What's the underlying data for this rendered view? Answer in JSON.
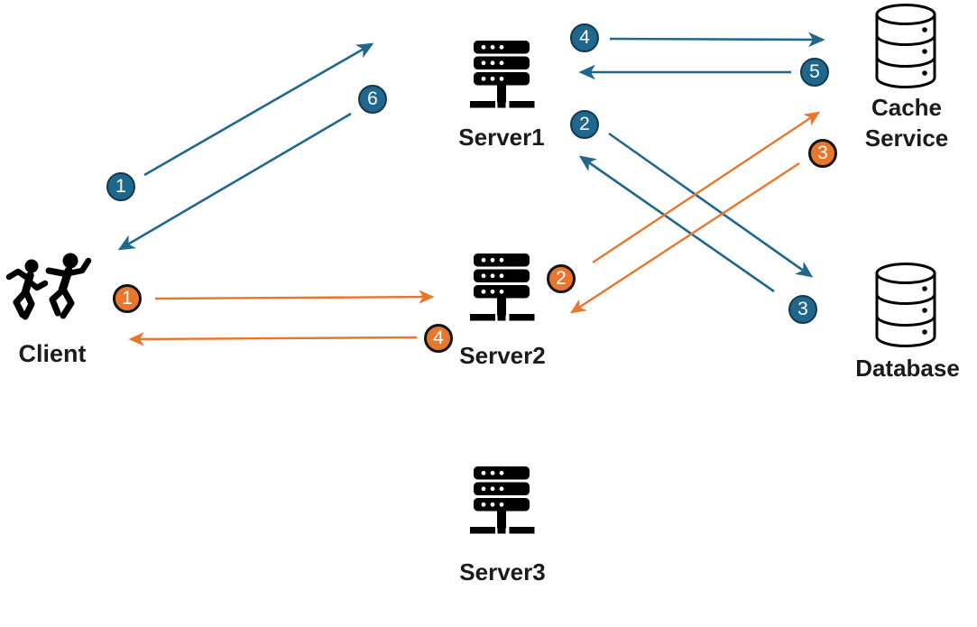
{
  "diagram": {
    "background": "#ffffff",
    "colors": {
      "blue_flow": "#21678C",
      "blue_badge_border": "#0F3A50",
      "orange_flow": "#E8762C",
      "orange_badge_border": "#141414",
      "icon_color": "#000000",
      "label_color": "#1b1b1b",
      "badge_text": "#ffffff"
    },
    "nodes": {
      "client": {
        "label": "Client"
      },
      "server1": {
        "label": "Server1"
      },
      "server2": {
        "label": "Server2"
      },
      "server3": {
        "label": "Server3"
      },
      "cache": {
        "label": "Cache Service",
        "lines": [
          "Cache",
          "Service"
        ]
      },
      "database": {
        "label": "Database"
      }
    },
    "flows": {
      "blue": [
        {
          "step": "1",
          "from": "Client",
          "to": "Server1"
        },
        {
          "step": "2",
          "from": "Server1",
          "to": "Database"
        },
        {
          "step": "3",
          "from": "Database",
          "to": "Server1"
        },
        {
          "step": "4",
          "from": "Server1",
          "to": "Cache Service"
        },
        {
          "step": "5",
          "from": "Cache Service",
          "to": "Server1"
        },
        {
          "step": "6",
          "from": "Server1",
          "to": "Client"
        }
      ],
      "orange": [
        {
          "step": "1",
          "from": "Client",
          "to": "Server2"
        },
        {
          "step": "2",
          "from": "Server2",
          "to": "Cache Service"
        },
        {
          "step": "3",
          "from": "Cache Service",
          "to": "Server2"
        },
        {
          "step": "4",
          "from": "Server2",
          "to": "Client"
        }
      ]
    }
  }
}
